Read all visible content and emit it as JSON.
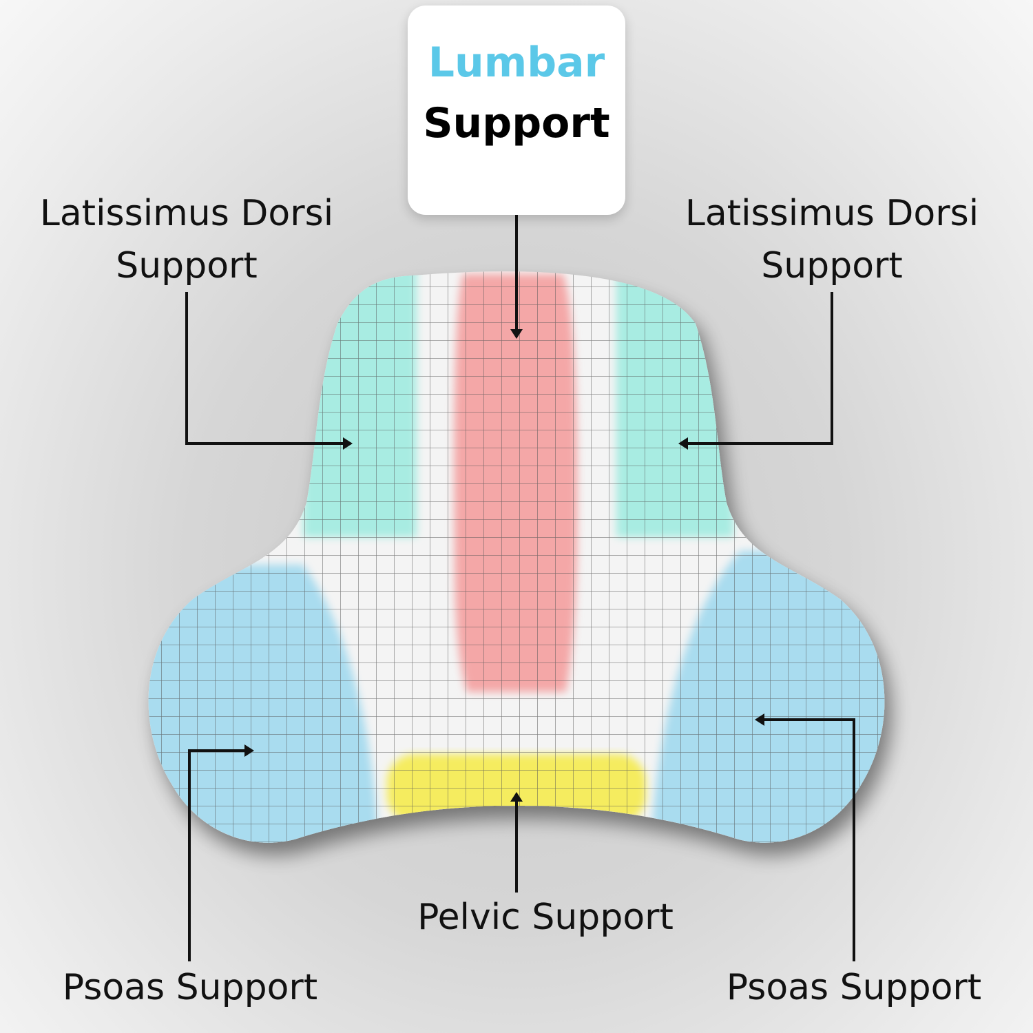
{
  "callout": {
    "line1": "Lumbar",
    "line2": "Support",
    "line1_color": "#5bc8e8",
    "line2_color": "#000000"
  },
  "labels": {
    "lat_left": {
      "line1": "Latissimus Dorsi",
      "line2": "Support"
    },
    "lat_right": {
      "line1": "Latissimus Dorsi",
      "line2": "Support"
    },
    "pelvic": "Pelvic Support",
    "psoas_left": "Psoas Support",
    "psoas_right": "Psoas Support"
  },
  "zone_colors": {
    "lumbar": "#f4a7a7",
    "latissimus": "#a8ece2",
    "psoas": "#a9dcef",
    "pelvic": "#f5ec5e",
    "base": "#f4f4f4"
  }
}
